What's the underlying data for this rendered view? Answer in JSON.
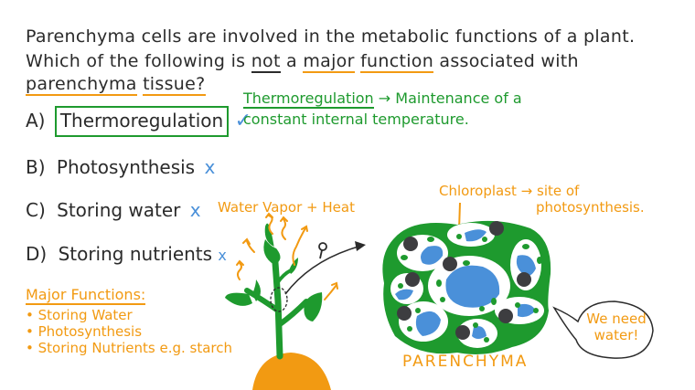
{
  "question": {
    "line1": "Parenchyma cells are involved in the metabolic functions of a plant.",
    "line2_parts": [
      "Which of the following is ",
      "not",
      " a ",
      "major",
      " ",
      "function",
      " associated with"
    ],
    "line3_parts": [
      "parenchyma",
      " ",
      "tissue",
      "?"
    ]
  },
  "options": [
    {
      "letter": "A)",
      "text": "Thermoregulation",
      "mark": "✓",
      "mark_name": "checkmark-icon",
      "boxed": true
    },
    {
      "letter": "B)",
      "text": "Photosynthesis",
      "mark": "x",
      "mark_name": "cross-icon"
    },
    {
      "letter": "C)",
      "text": "Storing water",
      "mark": "x",
      "mark_name": "cross-icon"
    },
    {
      "letter": "D)",
      "text": "Storing nutrients",
      "mark": "x",
      "mark_name": "cross-icon"
    }
  ],
  "definition": {
    "term": "Thermoregulation",
    "arrow": "→",
    "line1_rest": "Maintenance of a",
    "line2": "constant internal temperature."
  },
  "plant_label": "Water Vapor + Heat",
  "major_functions": {
    "title": "Major Functions:",
    "items": [
      "Storing Water",
      "Photosynthesis",
      "Storing Nutrients e.g. starch"
    ]
  },
  "chloroplast_note": {
    "line1": "Chloroplast → site of",
    "line2": "photosynthesis."
  },
  "parenchyma_label": "PARENCHYMA",
  "speech_bubble": {
    "line1": "We need",
    "line2": "water!"
  },
  "colors": {
    "ink": "#2b2b2b",
    "green": "#1e9a2e",
    "orange": "#f29a12",
    "blue": "#4a90d9",
    "nucleus": "#3d3d40"
  }
}
